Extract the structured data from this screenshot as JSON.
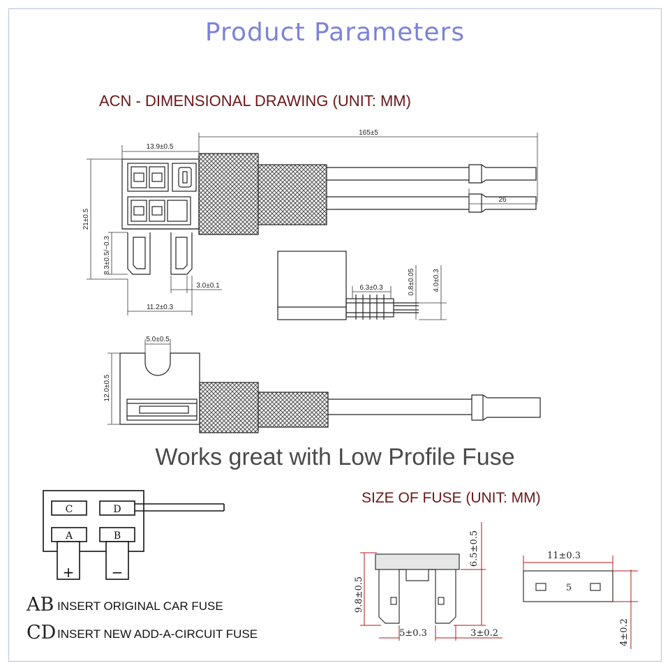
{
  "page": {
    "title": "Product Parameters",
    "tagline": "Works great with Low Profile Fuse"
  },
  "drawing": {
    "heading": "ACN -  DIMENSIONAL DRAWING (UNIT: MM)",
    "dims": {
      "total_length": "165±5",
      "top_width": "13.9±0.5",
      "terminal_length": "26",
      "height": "21±0.5",
      "blade_height": "8.3±0.5/−0.3",
      "blade_gap": "3.0±0.1",
      "blade_span": "11.2±0.3",
      "side_width": "6.3±0.3",
      "blade_thickness": "0.8±0.05",
      "body_thickness": "4.0±0.3",
      "notch_width": "5.0±0.5",
      "bottom_height": "12.0±0.5"
    }
  },
  "wiring": {
    "slots": {
      "c": "C",
      "d": "D",
      "a": "A",
      "b": "B"
    },
    "poles": {
      "plus": "+",
      "minus": "−"
    },
    "legend": [
      {
        "code": "AB",
        "text": "INSERT ORIGINAL CAR FUSE"
      },
      {
        "code": "CD",
        "text": "INSERT NEW ADD-A-CIRCUIT FUSE"
      }
    ]
  },
  "fuse": {
    "heading": "SIZE OF FUSE (UNIT: MM)",
    "dims": {
      "top_height": "6.5±0.5",
      "total_height": "9.8±0.5",
      "blade_width": "5±0.3",
      "blade_gap": "3±0.2",
      "top_width": "11±0.3",
      "thickness": "4±0.2",
      "rating": "5"
    }
  }
}
